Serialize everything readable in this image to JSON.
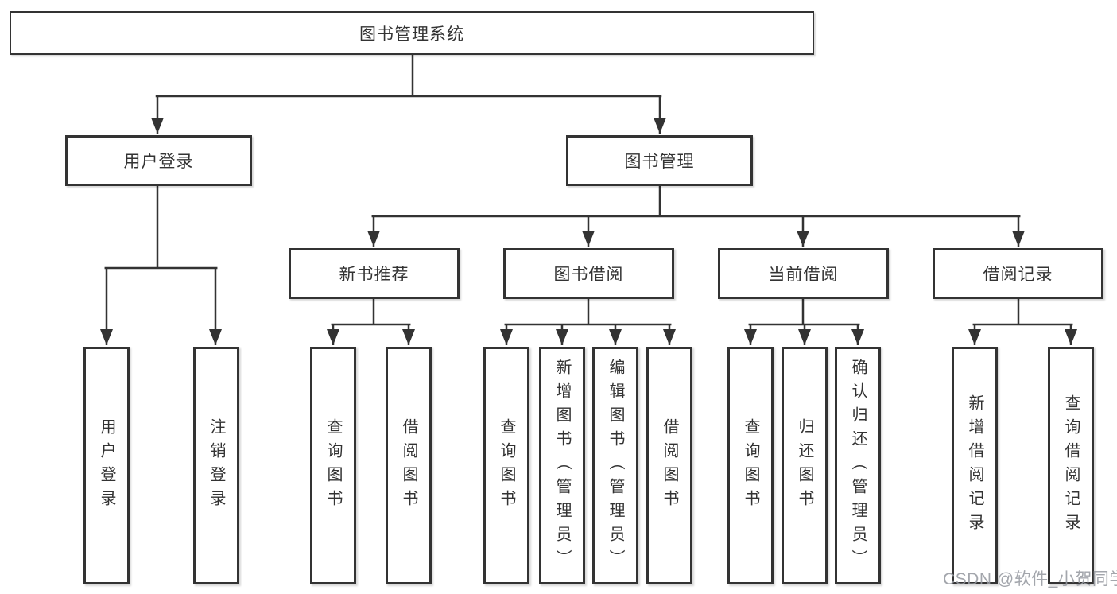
{
  "diagram": {
    "root": {
      "label": "图书管理系统"
    },
    "level2": [
      {
        "label": "用户登录",
        "children": [
          {
            "label": "用户登录"
          },
          {
            "label": "注销登录"
          }
        ]
      },
      {
        "label": "图书管理",
        "children": [
          {
            "label": "新书推荐",
            "children": [
              {
                "label": "查询图书"
              },
              {
                "label": "借阅图书"
              }
            ]
          },
          {
            "label": "图书借阅",
            "children": [
              {
                "label": "查询图书"
              },
              {
                "label": "新增图书（管理员）"
              },
              {
                "label": "编辑图书（管理员）"
              },
              {
                "label": "借阅图书"
              }
            ]
          },
          {
            "label": "当前借阅",
            "children": [
              {
                "label": "查询图书"
              },
              {
                "label": "归还图书"
              },
              {
                "label": "确认归还（管理员）"
              }
            ]
          },
          {
            "label": "借阅记录",
            "children": [
              {
                "label": "新增借阅记录"
              },
              {
                "label": "查询借阅记录"
              }
            ]
          }
        ]
      }
    ]
  },
  "watermark": {
    "text": "CSDN @软件_小贺同学"
  },
  "colors": {
    "line": "#333333",
    "text": "#333333",
    "background": "#ffffff",
    "watermark": "#969aa0"
  }
}
